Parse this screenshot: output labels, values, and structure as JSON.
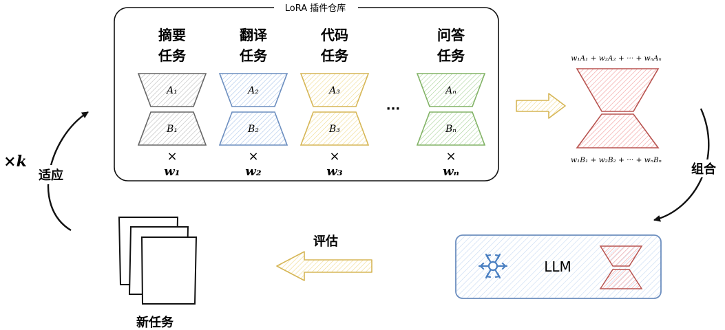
{
  "repo_title": "LoRA 插件仓库",
  "tasks": [
    {
      "line1": "摘要",
      "line2": "任务",
      "a": "A₁",
      "b": "B₁",
      "w": "w₁",
      "color": "#666666",
      "fill": "#e8e8e8"
    },
    {
      "line1": "翻译",
      "line2": "任务",
      "a": "A₂",
      "b": "B₂",
      "w": "w₂",
      "color": "#6c8ebf",
      "fill": "#dae8fc"
    },
    {
      "line1": "代码",
      "line2": "任务",
      "a": "A₃",
      "b": "B₃",
      "w": "w₃",
      "color": "#d6b656",
      "fill": "#fff2cc"
    },
    {
      "line1": "问答",
      "line2": "任务",
      "a": "Aₙ",
      "b": "Bₙ",
      "w": "wₙ",
      "color": "#82b366",
      "fill": "#d5e8d4"
    }
  ],
  "times_symbol": "×",
  "ellipsis": "···",
  "merged_a_formula": "w₁A₁ + w₂A₂ + ··· + wₙAₙ",
  "merged_b_formula": "w₁B₁ + w₂B₂ + ··· + wₙBₙ",
  "combine_label": "组合",
  "llm_label": "LLM",
  "evaluate_label": "评估",
  "new_task_label": "新任务",
  "adapt_label": "适应",
  "repeat_label": "×k",
  "colors": {
    "red_stroke": "#b85450",
    "red_fill": "#f8cecc",
    "llm_stroke": "#6c8ebf",
    "llm_fill": "#dae8fc",
    "arrow_stroke": "#d6b656",
    "arrow_fill": "#fff2cc"
  }
}
